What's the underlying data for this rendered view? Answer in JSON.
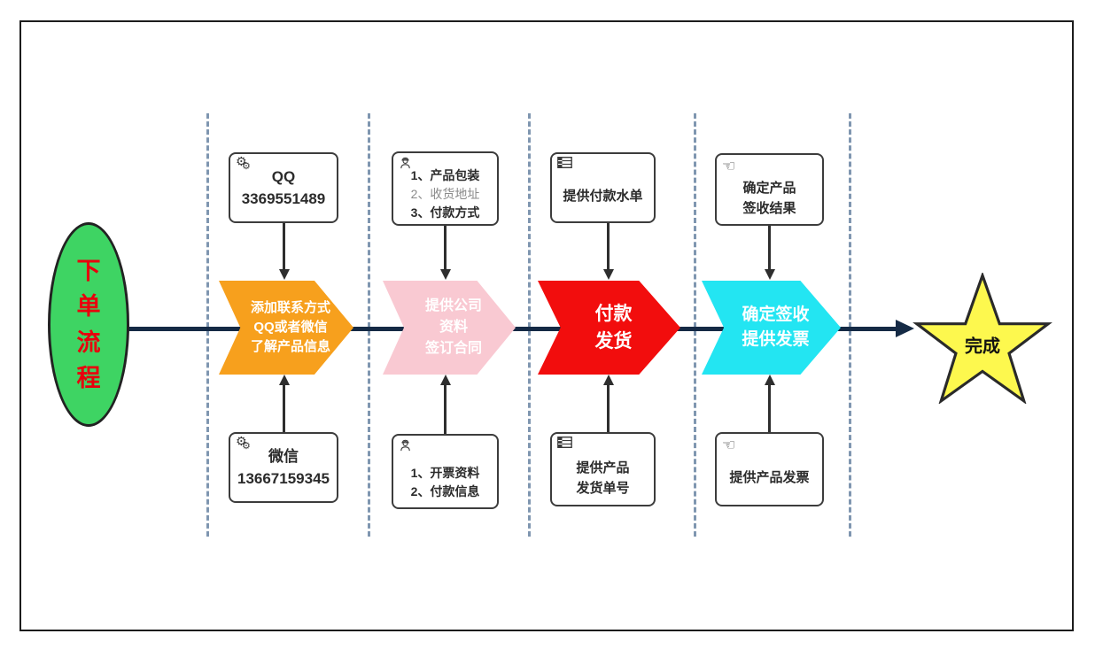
{
  "icons": {
    "gear": "⚙",
    "hand": "☜"
  },
  "start": {
    "label": "下\n单\n流\n程"
  },
  "steps": [
    {
      "id": "add-contact",
      "label": "添加联系方式\nQQ或者微信\n了解产品信息",
      "color": "#f7a01d"
    },
    {
      "id": "company-info",
      "label": "提供公司\n资料\n签订合同",
      "color": "#f9c9d2"
    },
    {
      "id": "pay-ship",
      "label": "付款\n发货",
      "color": "#f20d0d"
    },
    {
      "id": "receipt-invoice",
      "label": "确定签收\n提供发票",
      "color": "#23e5f2"
    }
  ],
  "end": {
    "label": "完成",
    "star_color": "#fdf84e"
  },
  "info_boxes": {
    "qq": {
      "icon": "gears-icon",
      "lines": [
        "QQ",
        "3369551489"
      ]
    },
    "wechat": {
      "icon": "gears-icon",
      "lines": [
        "微信",
        "13667159345"
      ]
    },
    "package": {
      "icon": "engineer-icon",
      "lines": [
        "1、产品包装",
        "2、收货地址",
        "3、付款方式"
      ]
    },
    "billing": {
      "icon": "engineer-icon",
      "lines": [
        "1、开票资料",
        "2、付款信息"
      ]
    },
    "payment_slip": {
      "icon": "table-icon",
      "lines": [
        "提供付款水单"
      ]
    },
    "shipping_no": {
      "icon": "table-icon",
      "lines": [
        "提供产品",
        "发货单号"
      ]
    },
    "receipt": {
      "icon": "pointing-hand-icon",
      "lines": [
        "确定产品",
        "签收结果"
      ]
    },
    "invoice": {
      "icon": "pointing-hand-icon",
      "lines": [
        "提供产品发票"
      ]
    }
  },
  "colors": {
    "start_fill": "#3ed463",
    "start_text": "#e8000d",
    "flow_line": "#152a45",
    "divider": "#7f96b0",
    "star": "#fdf84e",
    "box_border": "#3c3c3c",
    "chevron_text": "#ffffff"
  }
}
